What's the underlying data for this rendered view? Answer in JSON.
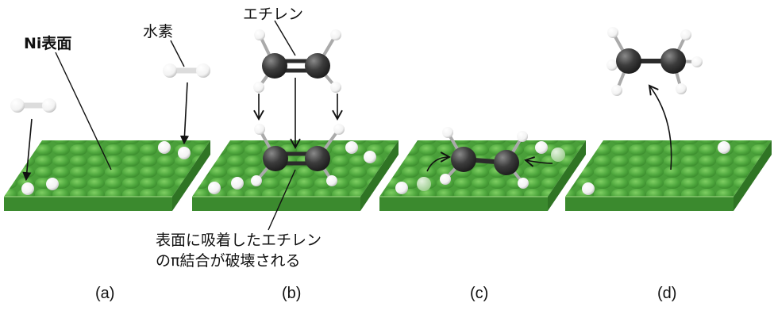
{
  "labels": {
    "ni_surface": "Ni表面",
    "hydrogen": "水素",
    "ethylene": "エチレン",
    "adsorbed_line1": "表面に吸着したエチレン",
    "adsorbed_line2": "のπ結合が破壊される"
  },
  "panels": [
    {
      "id": "a",
      "label": "(a)"
    },
    {
      "id": "b",
      "label": "(b)"
    },
    {
      "id": "c",
      "label": "(c)"
    },
    {
      "id": "d",
      "label": "(d)"
    }
  ],
  "colors": {
    "surface_top": "#4fa83e",
    "surface_front": "#3b8a2e",
    "surface_side": "#2f7424",
    "carbon": "#3a3a3a",
    "hydrogen_atom": "#ffffff",
    "faded_hydrogen": "#b9dcb0",
    "arrow": "#111111"
  }
}
